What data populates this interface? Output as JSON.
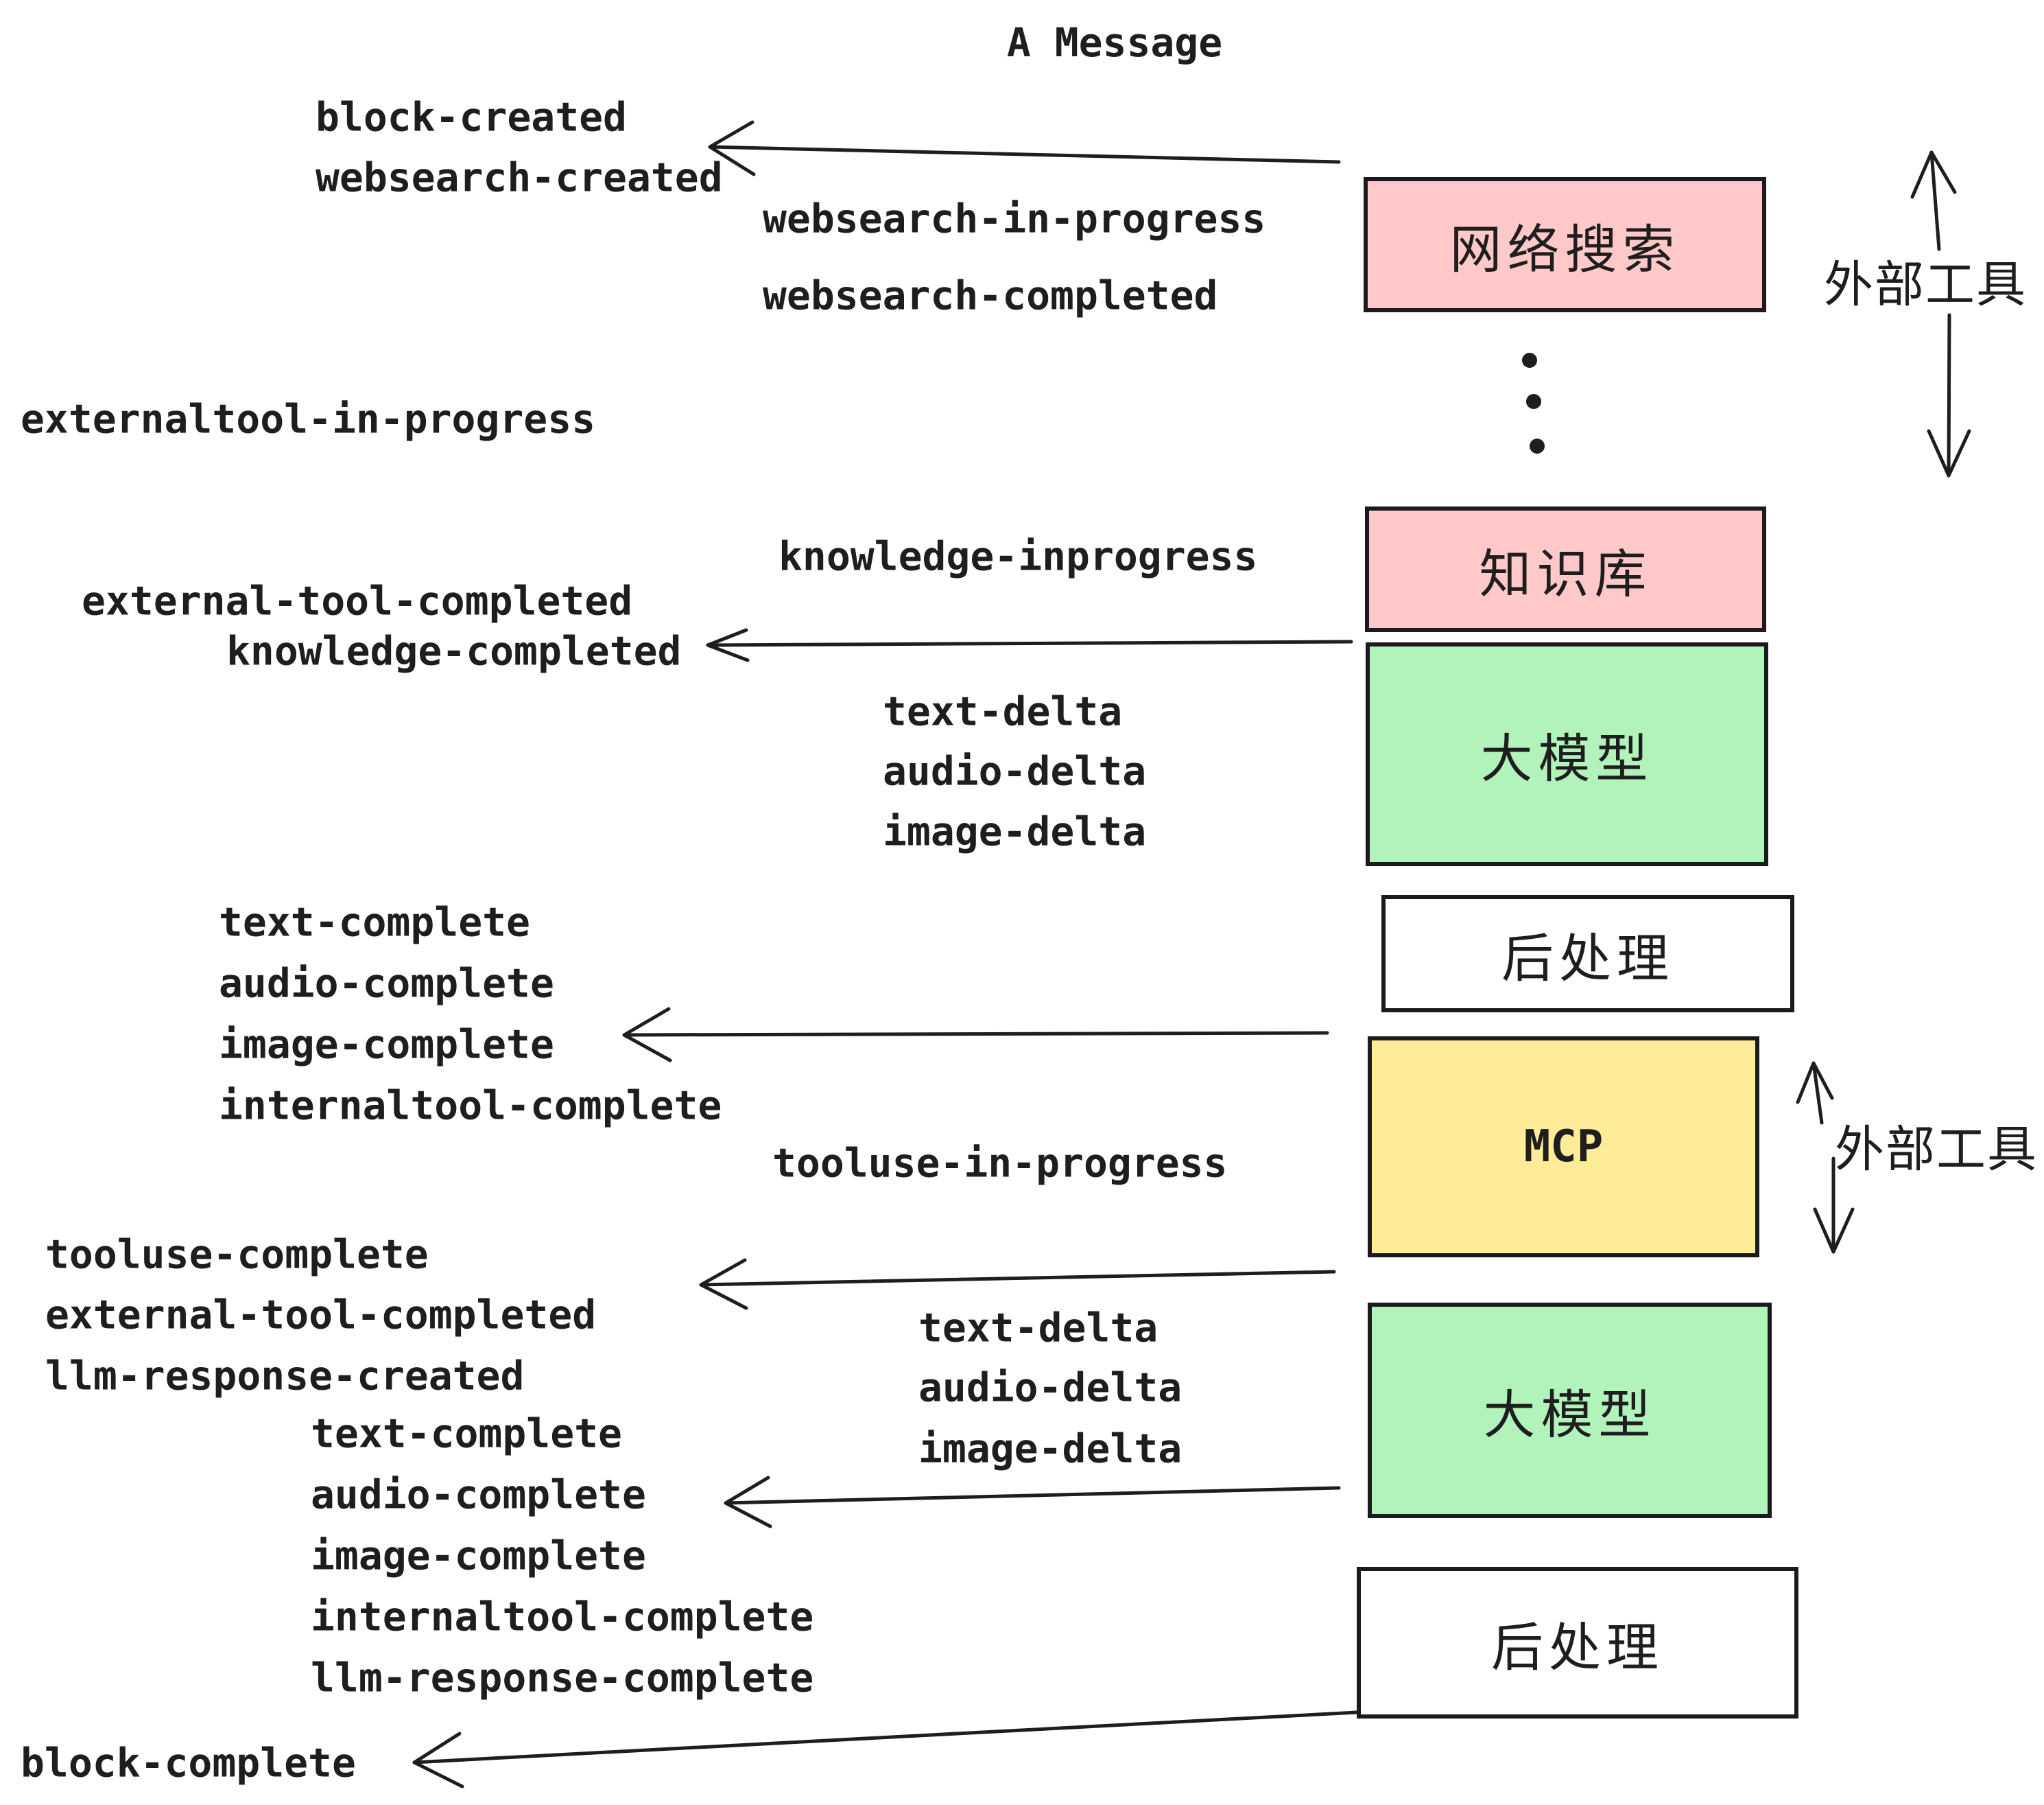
{
  "title": "A Message",
  "colors": {
    "pink": "#ffc9c9",
    "green": "#b2f2bb",
    "yellow": "#ffec99",
    "white": "#ffffff",
    "stroke": "#1e1e1e",
    "box_border": "#1b1b1f"
  },
  "boxes": [
    {
      "id": "websearch",
      "label": "网络搜索",
      "fill": "#ffc9c9"
    },
    {
      "id": "knowledge",
      "label": "知识库",
      "fill": "#ffc9c9"
    },
    {
      "id": "llm-1",
      "label": "大模型",
      "fill": "#b2f2bb"
    },
    {
      "id": "postprocess-1",
      "label": "后处理",
      "fill": "#ffffff"
    },
    {
      "id": "mcp",
      "label": "MCP",
      "fill": "#ffec99"
    },
    {
      "id": "llm-2",
      "label": "大模型",
      "fill": "#b2f2bb"
    },
    {
      "id": "postprocess-2",
      "label": "后处理",
      "fill": "#ffffff"
    }
  ],
  "side_labels": [
    {
      "text": "外部工具"
    },
    {
      "text": "外部工具"
    }
  ],
  "events": [
    {
      "text": "block-created"
    },
    {
      "text": "websearch-created"
    },
    {
      "text": "websearch-in-progress"
    },
    {
      "text": "websearch-completed"
    },
    {
      "text": "externaltool-in-progress"
    },
    {
      "text": "knowledge-inprogress"
    },
    {
      "text": "external-tool-completed"
    },
    {
      "text": "knowledge-completed"
    },
    {
      "text": "text-delta"
    },
    {
      "text": "audio-delta"
    },
    {
      "text": "image-delta"
    },
    {
      "text": "text-complete"
    },
    {
      "text": "audio-complete"
    },
    {
      "text": "image-complete"
    },
    {
      "text": "internaltool-complete"
    },
    {
      "text": "tooluse-in-progress"
    },
    {
      "text": "tooluse-complete"
    },
    {
      "text": "external-tool-completed"
    },
    {
      "text": "llm-response-created"
    },
    {
      "text": "text-delta"
    },
    {
      "text": "audio-delta"
    },
    {
      "text": "image-delta"
    },
    {
      "text": "text-complete"
    },
    {
      "text": "audio-complete"
    },
    {
      "text": "image-complete"
    },
    {
      "text": "internaltool-complete"
    },
    {
      "text": "llm-response-complete"
    },
    {
      "text": "block-complete"
    }
  ]
}
